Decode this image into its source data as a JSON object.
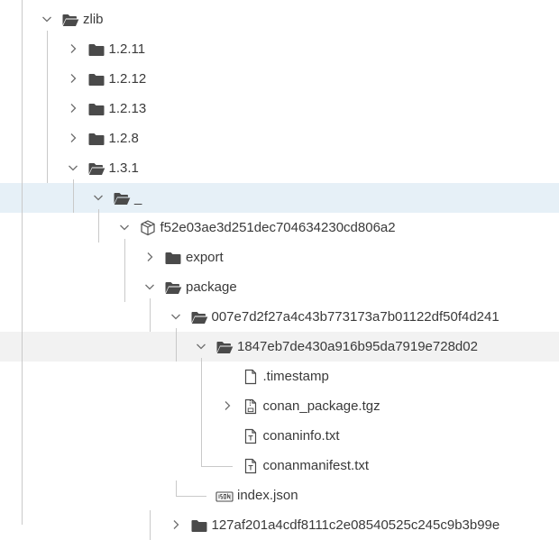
{
  "tree": {
    "rows": [
      {
        "label": "zlib",
        "icon": "folder-open-icon",
        "expander": "expanded"
      },
      {
        "label": "1.2.11",
        "icon": "folder-icon",
        "expander": "collapsed"
      },
      {
        "label": "1.2.12",
        "icon": "folder-icon",
        "expander": "collapsed"
      },
      {
        "label": "1.2.13",
        "icon": "folder-icon",
        "expander": "collapsed"
      },
      {
        "label": "1.2.8",
        "icon": "folder-icon",
        "expander": "collapsed"
      },
      {
        "label": "1.3.1",
        "icon": "folder-open-icon",
        "expander": "expanded"
      },
      {
        "label": "_",
        "icon": "folder-open-icon",
        "expander": "expanded",
        "state": "selected"
      },
      {
        "label": "f52e03ae3d251dec704634230cd806a2",
        "icon": "package-icon",
        "expander": "expanded"
      },
      {
        "label": "export",
        "icon": "folder-icon",
        "expander": "collapsed"
      },
      {
        "label": "package",
        "icon": "folder-open-icon",
        "expander": "expanded"
      },
      {
        "label": "007e7d2f27a4c43b773173a7b01122df50f4d241",
        "icon": "folder-open-icon",
        "expander": "expanded"
      },
      {
        "label": "1847eb7de430a916b95da7919e728d02",
        "icon": "folder-open-icon",
        "expander": "expanded",
        "state": "hover"
      },
      {
        "label": ".timestamp",
        "icon": "file-icon",
        "expander": "none"
      },
      {
        "label": "conan_package.tgz",
        "icon": "archive-file-icon",
        "expander": "collapsed"
      },
      {
        "label": "conaninfo.txt",
        "icon": "text-file-icon",
        "expander": "none"
      },
      {
        "label": "conanmanifest.txt",
        "icon": "text-file-icon",
        "expander": "none"
      },
      {
        "label": "index.json",
        "icon": "json-file-icon",
        "expander": "none"
      },
      {
        "label": "127af201a4cdf8111c2e08540525c245c9b3b99e",
        "icon": "folder-icon",
        "expander": "collapsed"
      }
    ]
  },
  "colors": {
    "selected_row": "#e6f0f7",
    "hover_row": "#f2f2f2",
    "icon": "#4a4a4a",
    "guide_line": "#c9c9c9"
  }
}
